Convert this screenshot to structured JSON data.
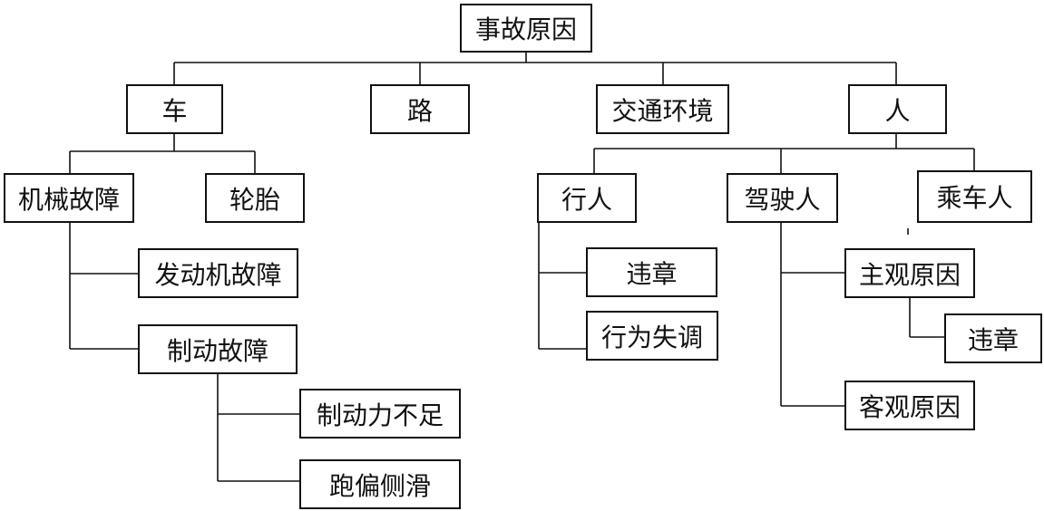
{
  "root": "事故原因",
  "vehicle": "车",
  "road": "路",
  "environment": "交通环境",
  "human": "人",
  "mechanical_fault": "机械故障",
  "tire": "轮胎",
  "engine_fault": "发动机故障",
  "brake_fault": "制动故障",
  "insufficient_brake_force": "制动力不足",
  "skid": "跑偏侧滑",
  "pedestrian": "行人",
  "pedestrian_violation": "违章",
  "behavior_disorder": "行为失调",
  "driver": "驾驶人",
  "subjective_cause": "主观原因",
  "driver_violation": "违章",
  "objective_cause": "客观原因",
  "passenger": "乘车人"
}
